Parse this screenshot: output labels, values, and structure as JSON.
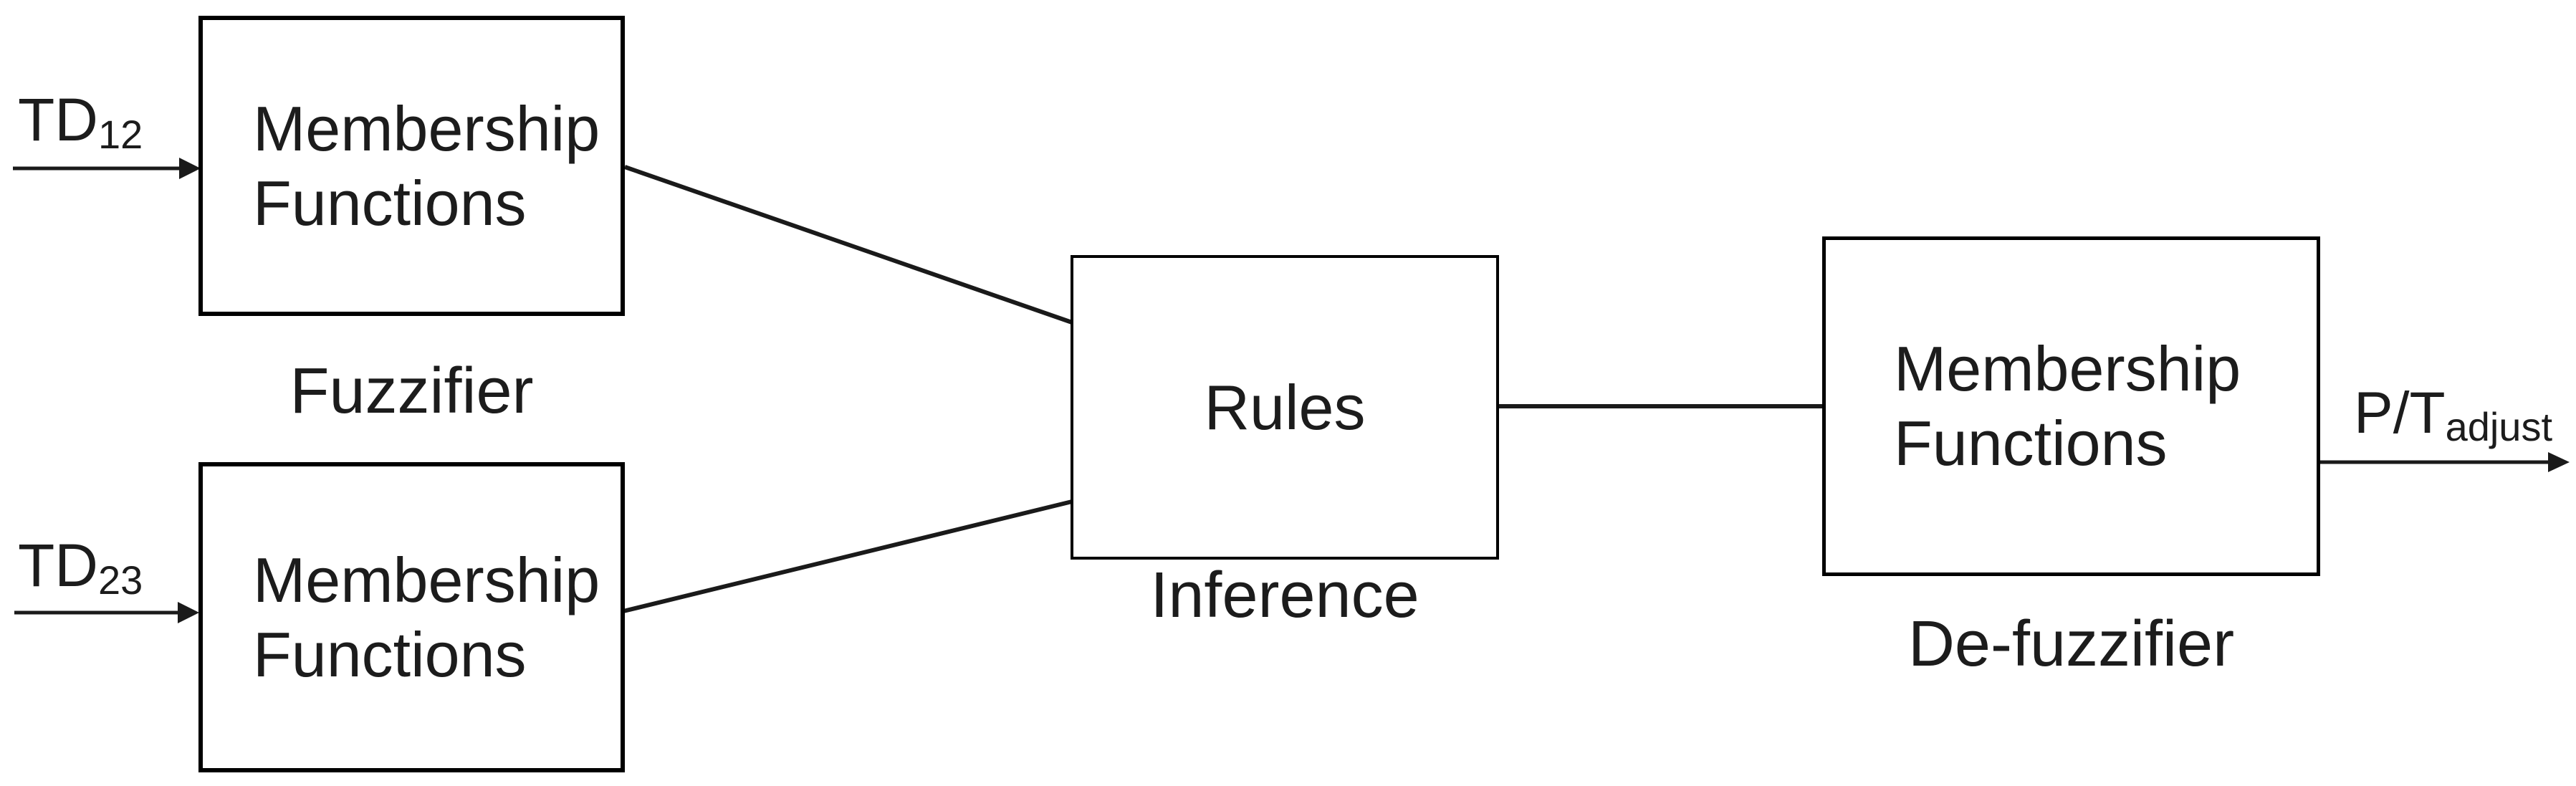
{
  "diagram": {
    "colors": {
      "background": "#ffffff",
      "line": "#1a1a1a",
      "box_border": "#000000",
      "text": "#1c1c1c"
    },
    "boxes": {
      "fuzzifier_top": {
        "line1": "Membership",
        "line2": "Functions"
      },
      "fuzzifier_bottom": {
        "line1": "Membership",
        "line2": "Functions"
      },
      "rules": {
        "label": "Rules"
      },
      "defuzzifier": {
        "line1": "Membership",
        "line2": "Functions"
      }
    },
    "captions": {
      "fuzzifier": "Fuzzifier",
      "inference": "Inference",
      "defuzzifier": "De-fuzzifier"
    },
    "inputs": {
      "td12": {
        "base": "TD",
        "subscript": "12"
      },
      "td23": {
        "base": "TD",
        "subscript": "23"
      }
    },
    "output": {
      "base": "P/T",
      "subscript": "adjust"
    }
  }
}
